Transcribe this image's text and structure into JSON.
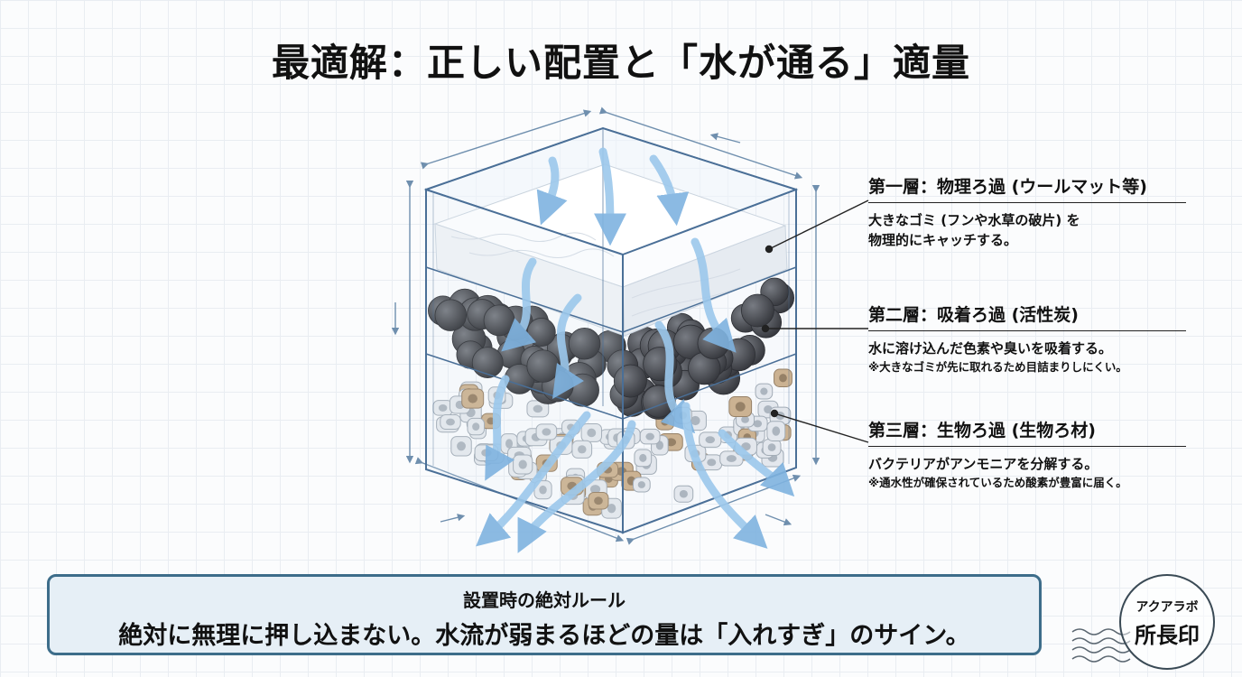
{
  "title": "最適解：正しい配置と「水が通る」適量",
  "layers": [
    {
      "title": "第一層：物理ろ過 (ウールマット等)",
      "description_lines": [
        "大きなゴミ (フンや水草の破片) を",
        "物理的にキャッチする。"
      ],
      "note": ""
    },
    {
      "title": "第二層：吸着ろ過 (活性炭)",
      "description_lines": [
        "水に溶け込んだ色素や臭いを吸着する。"
      ],
      "note": "※大きなゴミが先に取れるため目詰まりしにくい。"
    },
    {
      "title": "第三層：生物ろ過 (生物ろ材)",
      "description_lines": [
        "バクテリアがアンモニアを分解する。"
      ],
      "note": "※通水性が確保されているため酸素が豊富に届く。"
    }
  ],
  "rule": {
    "heading": "設置時の絶対ルール",
    "text": "絶対に無理に押し込まない。水流が弱まるほどの量は「入れすぎ」のサイン。"
  },
  "stamp": {
    "top": "アクアラボ",
    "main": "所長印"
  },
  "colors": {
    "box_outline": "#4a6f97",
    "flow_arrow": "#9cc8ec",
    "carbon": "#2e2f33",
    "rule_border": "#3d6d8a",
    "rule_bg": "#e6eff6"
  }
}
